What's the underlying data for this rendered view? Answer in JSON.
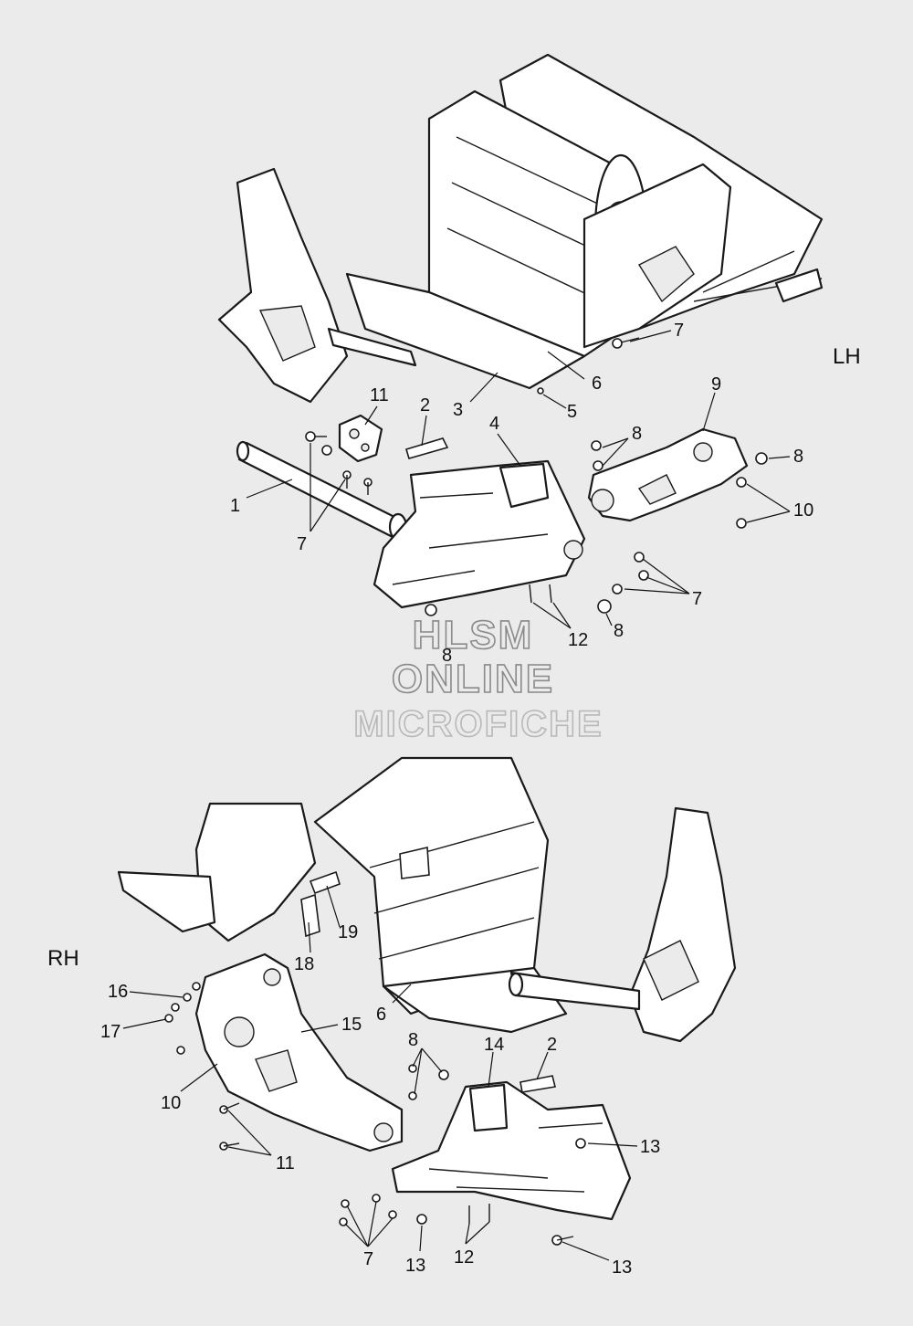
{
  "side_labels": {
    "top": "LH",
    "bottom": "RH"
  },
  "watermark": {
    "line1": "HLSM",
    "line2": "ONLINE",
    "line3": "MICROFICHE"
  },
  "callouts_top": [
    "7",
    "6",
    "5",
    "3",
    "2",
    "11",
    "4",
    "9",
    "8",
    "8",
    "8",
    "10",
    "1",
    "7",
    "7",
    "12",
    "8",
    "8"
  ],
  "callouts_bottom": [
    "19",
    "18",
    "6",
    "16",
    "17",
    "15",
    "10",
    "8",
    "2",
    "14",
    "13",
    "11",
    "7",
    "13",
    "12",
    "13"
  ]
}
